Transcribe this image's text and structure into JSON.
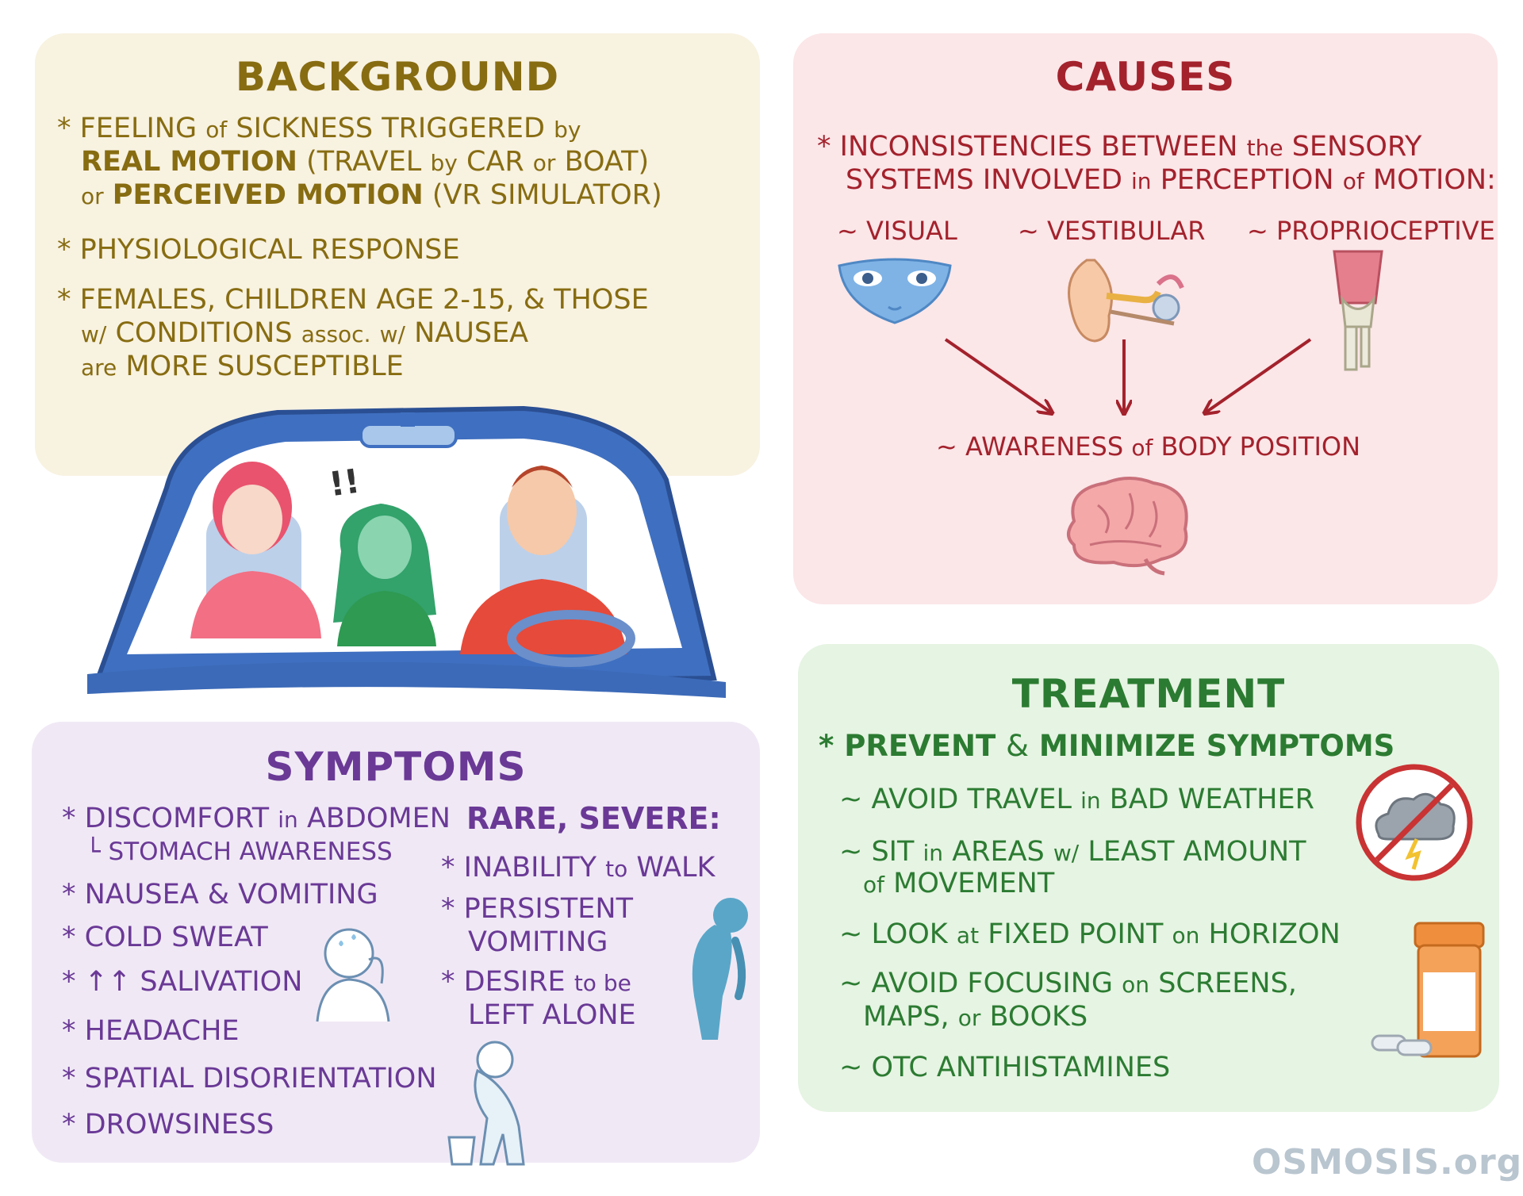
{
  "background": {
    "title": "BACKGROUND",
    "b1_l1_a": "* FEELING",
    "b1_l1_b": "of",
    "b1_l1_c": "SICKNESS TRIGGERED",
    "b1_l1_d": "by",
    "b1_l2_a": "REAL MOTION",
    "b1_l2_b": "(TRAVEL",
    "b1_l2_c": "by",
    "b1_l2_d": "CAR",
    "b1_l2_e": "or",
    "b1_l2_f": "BOAT)",
    "b1_l3_a": "or",
    "b1_l3_b": "PERCEIVED MOTION",
    "b1_l3_c": "(VR SIMULATOR)",
    "b2": "* PHYSIOLOGICAL RESPONSE",
    "b3_l1": "* FEMALES, CHILDREN AGE 2-15, & THOSE",
    "b3_l2_a": "w/",
    "b3_l2_b": "CONDITIONS",
    "b3_l2_c": "assoc.",
    "b3_l2_d": "w/",
    "b3_l2_e": "NAUSEA",
    "b3_l3_a": "are",
    "b3_l3_b": "MORE SUSCEPTIBLE",
    "exclaim": "!!"
  },
  "causes": {
    "title": "CAUSES",
    "l1_a": "* INCONSISTENCIES BETWEEN",
    "l1_b": "the",
    "l1_c": "SENSORY",
    "l2_a": "SYSTEMS INVOLVED",
    "l2_b": "in",
    "l2_c": "PERCEPTION",
    "l2_d": "of",
    "l2_e": "MOTION:",
    "visual": "~ VISUAL",
    "vestibular": "~ VESTIBULAR",
    "proprioceptive": "~ PROPRIOCEPTIVE",
    "awareness_a": "~ AWARENESS",
    "awareness_b": "of",
    "awareness_c": "BODY POSITION"
  },
  "symptoms": {
    "title": "SYMPTOMS",
    "s1_a": "* DISCOMFORT",
    "s1_b": "in",
    "s1_c": "ABDOMEN",
    "s1_sub": "└ STOMACH AWARENESS",
    "s2": "* NAUSEA & VOMITING",
    "s3": "* COLD SWEAT",
    "s4": "* ↑↑ SALIVATION",
    "s5": "* HEADACHE",
    "s6": "* SPATIAL DISORIENTATION",
    "s7": "* DROWSINESS",
    "rare_title": "RARE, SEVERE:",
    "r1_a": "* INABILITY",
    "r1_b": "to",
    "r1_c": "WALK",
    "r2_l1": "* PERSISTENT",
    "r2_l2": "VOMITING",
    "r3_a": "* DESIRE",
    "r3_b": "to be",
    "r3_l2": "LEFT ALONE"
  },
  "treatment": {
    "title": "TREATMENT",
    "main_a": "* PREVENT",
    "main_b": "&",
    "main_c": "MINIMIZE SYMPTOMS",
    "t1_a": "~ AVOID TRAVEL",
    "t1_b": "in",
    "t1_c": "BAD WEATHER",
    "t2_a": "~ SIT",
    "t2_b": "in",
    "t2_c": "AREAS",
    "t2_d": "w/",
    "t2_e": "LEAST AMOUNT",
    "t2_l2_a": "of",
    "t2_l2_b": "MOVEMENT",
    "t3_a": "~ LOOK",
    "t3_b": "at",
    "t3_c": "FIXED POINT",
    "t3_d": "on",
    "t3_e": "HORIZON",
    "t4_a": "~ AVOID FOCUSING",
    "t4_b": "on",
    "t4_c": "SCREENS,",
    "t4_l2_a": "MAPS,",
    "t4_l2_b": "or",
    "t4_l2_c": "BOOKS",
    "t5": "~ OTC ANTIHISTAMINES"
  },
  "logo": "OSMOSIS.org"
}
